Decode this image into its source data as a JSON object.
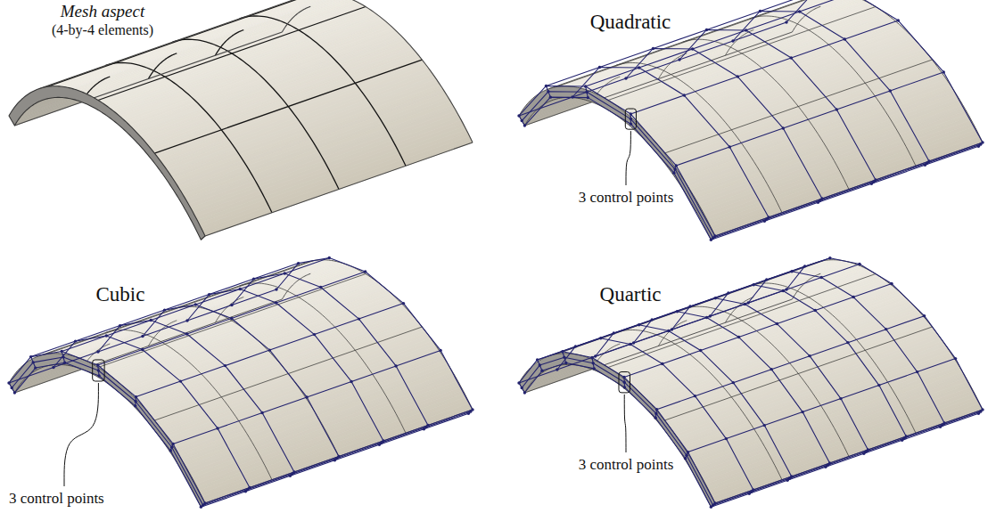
{
  "diagram": {
    "labels": [
      "Mesh aspect",
      "(4-by-4 elements)",
      "Quadratic",
      "3 control points",
      "Cubic",
      "3 control points",
      "Quartic",
      "3 control points"
    ]
  }
}
